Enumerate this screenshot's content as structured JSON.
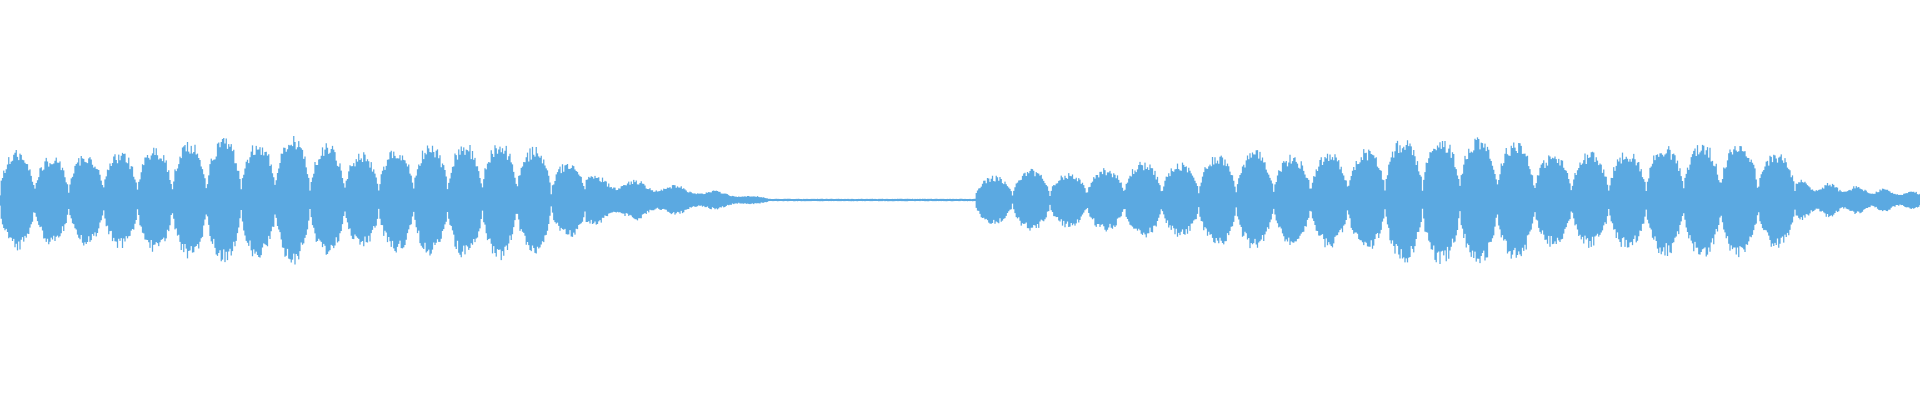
{
  "colors": {
    "background": "#ffffff",
    "waveform": "#5ba9e1"
  },
  "waveform": {
    "segments": [
      {
        "kind": "bursts",
        "start": 0.0,
        "end": 0.305,
        "bursts": [
          0.62,
          0.55,
          0.58,
          0.6,
          0.66,
          0.72,
          0.78,
          0.74,
          0.8,
          0.7,
          0.6,
          0.66,
          0.7,
          0.72,
          0.74,
          0.66,
          0.48
        ]
      },
      {
        "kind": "decay",
        "start": 0.305,
        "end": 0.4,
        "from": 0.34,
        "to": 0.03
      },
      {
        "kind": "silence",
        "start": 0.4,
        "end": 0.508,
        "level": 0.015
      },
      {
        "kind": "bursts",
        "start": 0.508,
        "end": 0.935,
        "bursts": [
          0.3,
          0.38,
          0.34,
          0.4,
          0.48,
          0.46,
          0.58,
          0.62,
          0.56,
          0.6,
          0.64,
          0.78,
          0.8,
          0.82,
          0.76,
          0.58,
          0.6,
          0.62,
          0.7,
          0.72,
          0.74,
          0.6
        ]
      },
      {
        "kind": "decay",
        "start": 0.935,
        "end": 1.0,
        "from": 0.26,
        "to": 0.1
      }
    ]
  }
}
